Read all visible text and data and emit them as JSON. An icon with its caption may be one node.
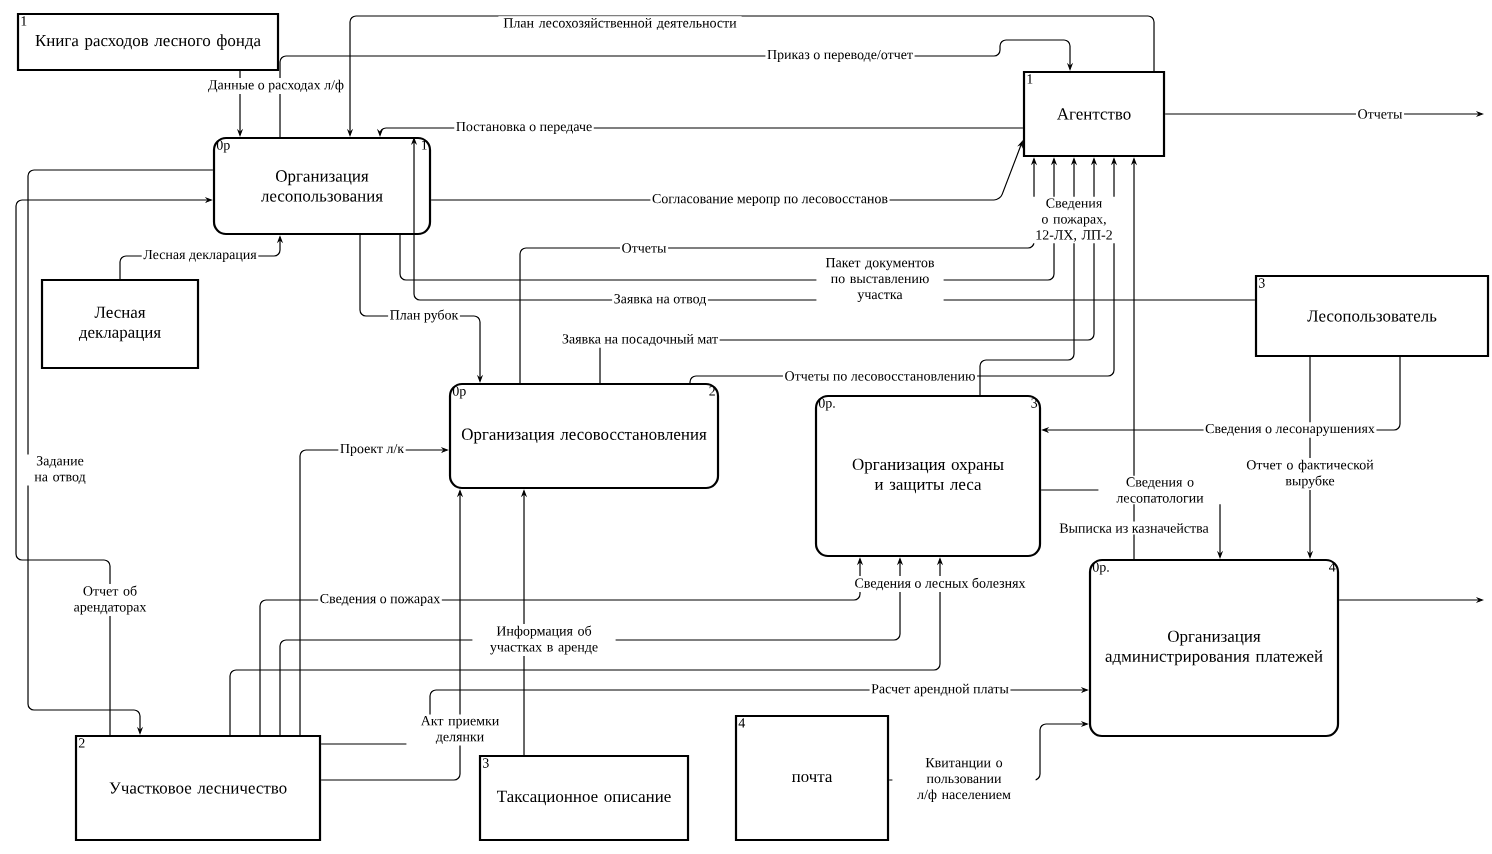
{
  "diagram": {
    "nodes": [
      {
        "text": [
          "Книга расходов лесного фонда",
          "1"
        ]
      },
      {
        "text": [
          "0р",
          "Организация лесопользования",
          "1"
        ]
      },
      {
        "text": [
          "1",
          "Агентство"
        ]
      },
      {
        "text": [
          "Лесная декларация"
        ]
      },
      {
        "text": [
          "3",
          "Лесопользователь"
        ]
      },
      {
        "text": [
          "0р",
          "Организация лесовосстановления",
          "2"
        ]
      },
      {
        "text": [
          "0р.",
          "Организация охраны и защиты леса",
          "3"
        ]
      },
      {
        "text": [
          "0р.",
          "Организация администрирования платежей",
          "4"
        ]
      },
      {
        "text": [
          "2",
          "Участковое лесничество"
        ]
      },
      {
        "text": [
          "3",
          "Таксационное описание"
        ]
      },
      {
        "text": [
          "4",
          "почта"
        ]
      }
    ],
    "edges": [
      {
        "from": 0,
        "to": 1,
        "arrow": "to",
        "label": "Данные о расходах л/ф"
      },
      {
        "from": 2,
        "to": 1,
        "arrow": "to",
        "label": "План лесохозяйственной деятельности"
      },
      {
        "from": 2,
        "to": 1,
        "arrow": "to",
        "label": "Постановка о передаче"
      },
      {
        "from": 1,
        "to": 2,
        "arrow": "to",
        "label": "Приказ о переводе/отчет"
      },
      {
        "from": 2,
        "to": null,
        "arrow": "to",
        "label": "Отчеты"
      },
      {
        "from": 1,
        "to": 2,
        "arrow": "to",
        "label": "Согласование меропр по лесовосстанов"
      },
      {
        "from": 5,
        "to": 2,
        "arrow": "to",
        "label": "Отчеты"
      },
      {
        "from": 1,
        "to": 2,
        "arrow": "to",
        "label": "Пакет документов по выставлению участка"
      },
      {
        "from": 6,
        "to": 2,
        "arrow": "to",
        "label": "Сведения о пожарах, 12-ЛХ, ЛП-2"
      },
      {
        "from": 7,
        "to": 2,
        "arrow": "to",
        "label": "Выписка из казначейства"
      },
      {
        "from": 1,
        "to": 5,
        "arrow": "to",
        "label": "План рубок"
      },
      {
        "from": 5,
        "to": 2,
        "arrow": "to",
        "label": "Заявка на посадочный мат"
      },
      {
        "from": 4,
        "to": 1,
        "arrow": "to",
        "label": "Заявка на отвод"
      },
      {
        "from": 4,
        "to": 6,
        "arrow": "to",
        "label": "Сведения о лесонарушениях"
      },
      {
        "from": 5,
        "to": 2,
        "arrow": "to",
        "label": "Отчеты по лесовосстановлению"
      },
      {
        "from": 4,
        "to": 7,
        "arrow": "to",
        "label": "Отчет о фактической вырубке"
      },
      {
        "from": 6,
        "to": 7,
        "arrow": "to",
        "label": "Сведения о лесопатологии"
      },
      {
        "from": 3,
        "to": 1,
        "arrow": "to",
        "label": "Лесная декларация"
      },
      {
        "from": 1,
        "to": 8,
        "arrow": "to",
        "label": "Задание на отвод"
      },
      {
        "from": 8,
        "to": 5,
        "arrow": "to",
        "label": "Проект л/к"
      },
      {
        "from": 8,
        "to": 1,
        "arrow": "to",
        "label": "Отчет об арендаторах"
      },
      {
        "from": 8,
        "to": 6,
        "arrow": "to",
        "label": "Сведения о пожарах"
      },
      {
        "from": 8,
        "to": 6,
        "arrow": "to",
        "label": "Информация об участках в аренде"
      },
      {
        "from": 8,
        "to": 6,
        "arrow": "to",
        "label": "Сведения о лесных болезнях"
      },
      {
        "from": 8,
        "to": 5,
        "arrow": "to",
        "label": "Акт приемки делянки"
      },
      {
        "from": 9,
        "to": 5,
        "arrow": "to"
      },
      {
        "from": 8,
        "to": 7,
        "arrow": "to",
        "label": "Расчет арендной платы"
      },
      {
        "from": 10,
        "to": 7,
        "arrow": "to",
        "label": "Квитанции о пользовании л/ф населением"
      },
      {
        "from": 7,
        "to": null,
        "arrow": "to"
      }
    ]
  }
}
